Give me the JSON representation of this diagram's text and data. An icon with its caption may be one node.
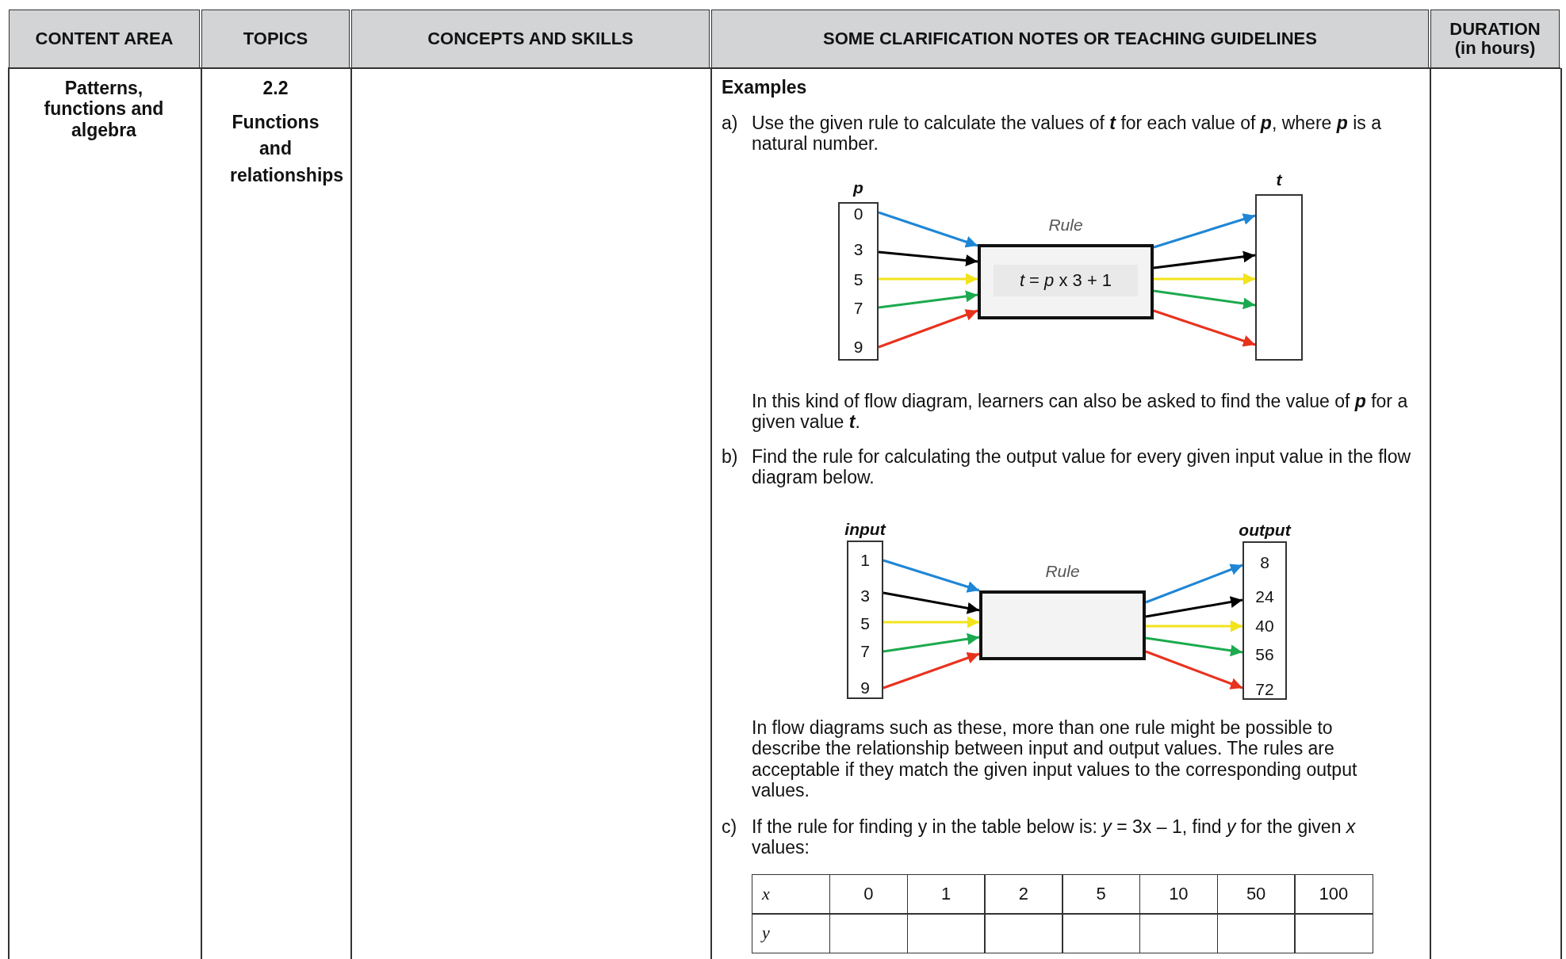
{
  "diagram": {
    "nodes": [
      {
        "text": [
          "p"
        ]
      },
      {
        "text": [
          "0"
        ],
        "in": 0
      },
      {
        "text": [
          "3"
        ],
        "in": 0
      },
      {
        "text": [
          "5"
        ],
        "in": 0
      },
      {
        "text": [
          "7"
        ],
        "in": 0
      },
      {
        "text": [
          "9"
        ],
        "in": 0
      },
      {
        "text": [
          "Rule",
          "*t* = *p* x 3 + 1"
        ]
      },
      {
        "text": [
          "t"
        ]
      },
      {
        "text": [
          "input"
        ]
      },
      {
        "text": [
          "1"
        ],
        "in": 8
      },
      {
        "text": [
          "3"
        ],
        "in": 8
      },
      {
        "text": [
          "5"
        ],
        "in": 8
      },
      {
        "text": [
          "7"
        ],
        "in": 8
      },
      {
        "text": [
          "9"
        ],
        "in": 8
      },
      {
        "text": [
          "Rule"
        ]
      },
      {
        "text": [
          "output"
        ]
      },
      {
        "text": [
          "8"
        ],
        "in": 15
      },
      {
        "text": [
          "24"
        ],
        "in": 15
      },
      {
        "text": [
          "40"
        ],
        "in": 15
      },
      {
        "text": [
          "56"
        ],
        "in": 15
      },
      {
        "text": [
          "72"
        ],
        "in": 15
      }
    ],
    "edges": [
      {
        "from": 1,
        "to": 6,
        "arrow": "to",
        "color": "#1f86d6"
      },
      {
        "from": 2,
        "to": 6,
        "arrow": "to",
        "color": "#000000"
      },
      {
        "from": 3,
        "to": 6,
        "arrow": "to",
        "color": "#f2e31c"
      },
      {
        "from": 4,
        "to": 6,
        "arrow": "to",
        "color": "#1caa4e"
      },
      {
        "from": 5,
        "to": 6,
        "arrow": "to",
        "color": "#e8321e"
      },
      {
        "from": 6,
        "to": 7,
        "arrow": "to",
        "color": "#1f86d6"
      },
      {
        "from": 6,
        "to": 7,
        "arrow": "to",
        "color": "#000000"
      },
      {
        "from": 6,
        "to": 7,
        "arrow": "to",
        "color": "#f2e31c"
      },
      {
        "from": 6,
        "to": 7,
        "arrow": "to",
        "color": "#1caa4e"
      },
      {
        "from": 6,
        "to": 7,
        "arrow": "to",
        "color": "#e8321e"
      },
      {
        "from": 9,
        "to": 14,
        "arrow": "to",
        "color": "#1f86d6"
      },
      {
        "from": 10,
        "to": 14,
        "arrow": "to",
        "color": "#000000"
      },
      {
        "from": 11,
        "to": 14,
        "arrow": "to",
        "color": "#f2e31c"
      },
      {
        "from": 12,
        "to": 14,
        "arrow": "to",
        "color": "#1caa4e"
      },
      {
        "from": 13,
        "to": 14,
        "arrow": "to",
        "color": "#e8321e"
      },
      {
        "from": 14,
        "to": 16,
        "arrow": "to",
        "color": "#1f86d6"
      },
      {
        "from": 14,
        "to": 17,
        "arrow": "to",
        "color": "#000000"
      },
      {
        "from": 14,
        "to": 18,
        "arrow": "to",
        "color": "#f2e31c"
      },
      {
        "from": 14,
        "to": 19,
        "arrow": "to",
        "color": "#1caa4e"
      },
      {
        "from": 14,
        "to": 20,
        "arrow": "to",
        "color": "#e8321e"
      }
    ],
    "labels": [
      "CONTENT AREA",
      "TOPICS",
      "CONCEPTS AND SKILLS",
      "SOME CLARIFICATION NOTES OR TEACHING GUIDELINES",
      "DURATION (in hours)",
      "Patterns, functions and algebra",
      "2.2",
      "Functions and relationships",
      "Examples",
      "a)",
      "Use the given rule to calculate the values of **t** for each value of **p**, where **p** is a natural number.",
      "In this kind of flow diagram, learners can also be asked to find the value of **p** for a given value **t**.",
      "b)",
      "Find the rule for calculating the output value for every given input value in the flow diagram below.",
      "In flow diagrams such as these, more than one rule might be possible to describe the relationship between input and output values. The rules are acceptable if they match the given input values to the corresponding output values.",
      "c)",
      "If the rule for finding y in the table below is: *y* = 3x – 1, find *y* for the given *x* values:",
      "x",
      "0",
      "1",
      "2",
      "5",
      "10",
      "50",
      "100",
      "y"
    ]
  }
}
